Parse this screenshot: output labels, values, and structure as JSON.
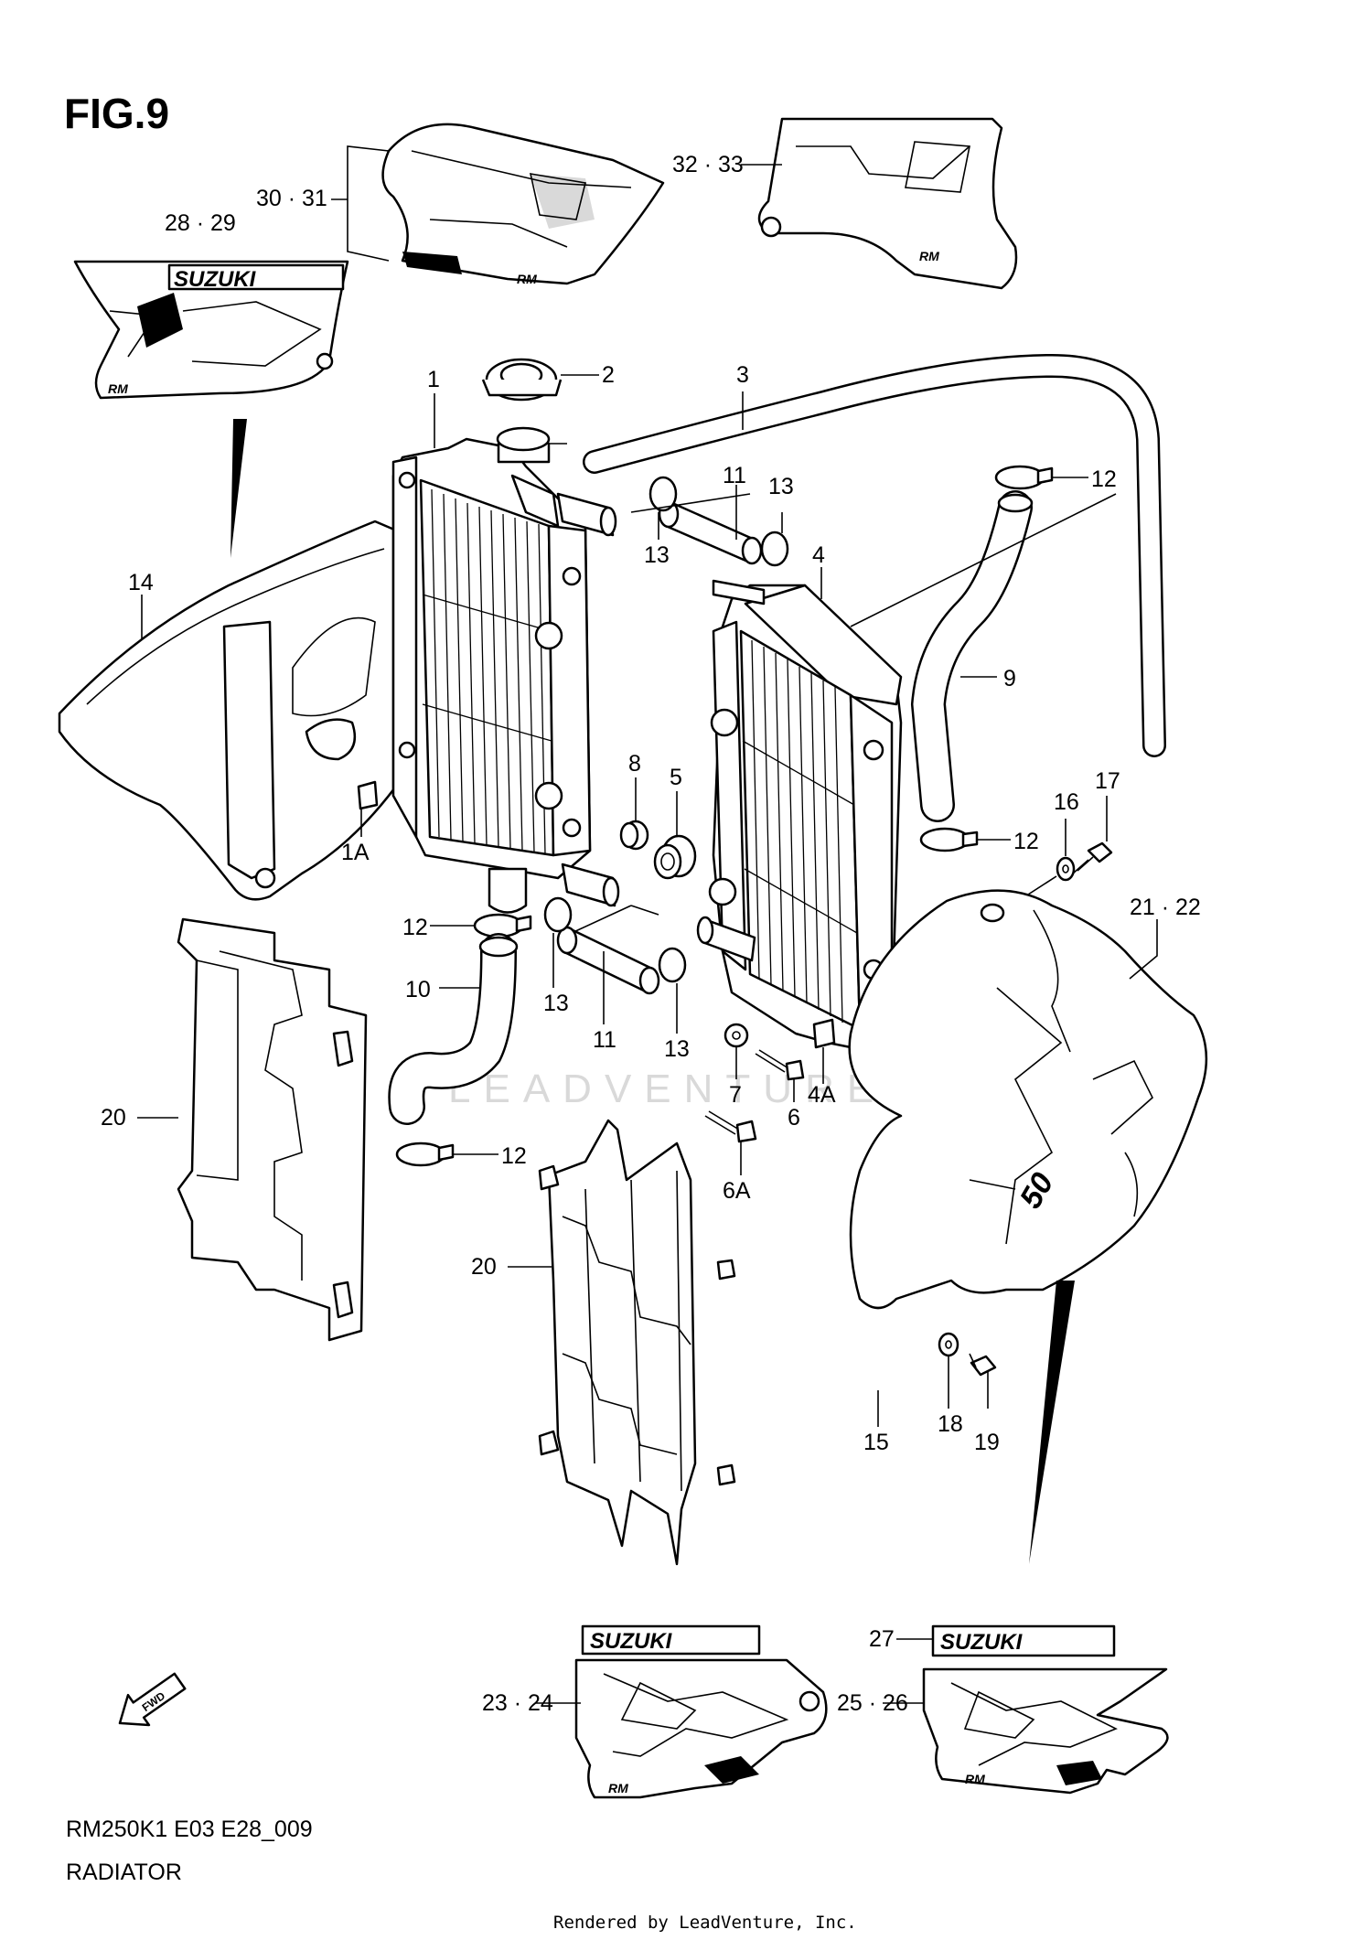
{
  "figure": {
    "title": "FIG.9",
    "model_code": "RM250K1 E03 E28_009",
    "section_name": "RADIATOR",
    "rendered_by": "Rendered by LeadVenture, Inc.",
    "watermark": "LEADVENTURE"
  },
  "callouts": {
    "c1": "1",
    "c1a": "1A",
    "c2": "2",
    "c3": "3",
    "c4": "4",
    "c4a": "4A",
    "c5": "5",
    "c6": "6",
    "c6a": "6A",
    "c7": "7",
    "c8": "8",
    "c9": "9",
    "c10": "10",
    "c11a": "11",
    "c11b": "11",
    "c12a": "12",
    "c12b": "12",
    "c12c": "12",
    "c12d": "12",
    "c13a": "13",
    "c13b": "13",
    "c13c": "13",
    "c13d": "13",
    "c14": "14",
    "c15": "15",
    "c16": "16",
    "c17": "17",
    "c18": "18",
    "c19": "19",
    "c20a": "20",
    "c20b": "20",
    "c21_22": "21 · 22",
    "c23_24": "23 · 24",
    "c25_26": "25 · 26",
    "c27": "27",
    "c28_29": "28 · 29",
    "c30_31": "30 · 31",
    "c32_33": "32 · 33"
  },
  "decal_text": {
    "brand": "SUZUKI",
    "model_badge": "RM",
    "fwd_arrow": "FWD",
    "shroud_number": "50"
  }
}
